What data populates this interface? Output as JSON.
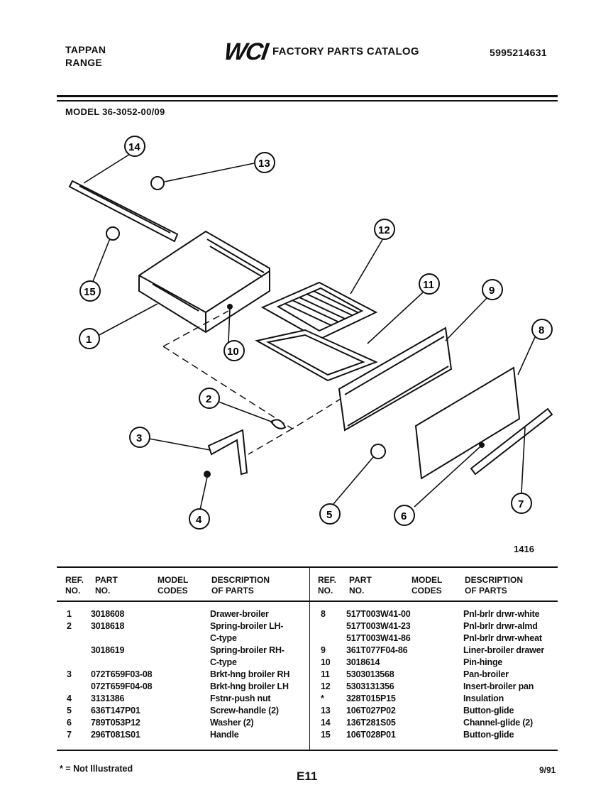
{
  "header": {
    "brand_line1": "TAPPAN",
    "brand_line2": "RANGE",
    "logo_text": "WCI",
    "catalog_title": "FACTORY PARTS CATALOG",
    "catalog_number": "5995214631",
    "model": "MODEL 36-3052-00/09"
  },
  "diagram": {
    "callouts": [
      "1",
      "2",
      "3",
      "4",
      "5",
      "6",
      "7",
      "8",
      "9",
      "10",
      "11",
      "12",
      "13",
      "14",
      "15"
    ],
    "figure_number": "1416"
  },
  "table": {
    "headers": {
      "ref": [
        "REF.",
        "NO."
      ],
      "part": [
        "PART",
        "NO."
      ],
      "model": [
        "MODEL",
        "CODES"
      ],
      "desc": [
        "DESCRIPTION",
        "OF PARTS"
      ]
    },
    "left_rows": [
      {
        "ref": "1",
        "part": "3018608",
        "desc": "Drawer-broiler"
      },
      {
        "ref": "2",
        "part": "3018618",
        "desc": "Spring-broiler LH-"
      },
      {
        "ref": "",
        "part": "",
        "desc": "C-type"
      },
      {
        "ref": "",
        "part": "3018619",
        "desc": "Spring-broiler RH-"
      },
      {
        "ref": "",
        "part": "",
        "desc": "C-type"
      },
      {
        "ref": "3",
        "part": "072T659F03-08",
        "desc": "Brkt-hng broiler RH"
      },
      {
        "ref": "",
        "part": "072T659F04-08",
        "desc": "Brkt-hng broiler LH"
      },
      {
        "ref": "4",
        "part": "3131386",
        "desc": "Fstnr-push nut"
      },
      {
        "ref": "5",
        "part": "636T147P01",
        "desc": "Screw-handle (2)"
      },
      {
        "ref": "6",
        "part": "789T053P12",
        "desc": "Washer (2)"
      },
      {
        "ref": "7",
        "part": "296T081S01",
        "desc": "Handle"
      }
    ],
    "right_rows": [
      {
        "ref": "8",
        "part": "517T003W41-00",
        "desc": "Pnl-brlr drwr-white"
      },
      {
        "ref": "",
        "part": "517T003W41-23",
        "desc": "Pnl-brlr drwr-almd"
      },
      {
        "ref": "",
        "part": "517T003W41-86",
        "desc": "Pnl-brlr drwr-wheat"
      },
      {
        "ref": "9",
        "part": "361T077F04-86",
        "desc": "Liner-broiler drawer"
      },
      {
        "ref": "10",
        "part": "3018614",
        "desc": "Pin-hinge"
      },
      {
        "ref": "11",
        "part": "5303013568",
        "desc": "Pan-broiler"
      },
      {
        "ref": "12",
        "part": "5303131356",
        "desc": "Insert-broiler pan"
      },
      {
        "ref": "*",
        "part": "328T015P15",
        "desc": "Insulation"
      },
      {
        "ref": "13",
        "part": "106T027P02",
        "desc": "Button-glide"
      },
      {
        "ref": "14",
        "part": "136T281S05",
        "desc": "Channel-glide (2)"
      },
      {
        "ref": "15",
        "part": "106T028P01",
        "desc": "Button-glide"
      }
    ]
  },
  "footer": {
    "note": "* = Not Illustrated",
    "page": "E11",
    "date": "9/91"
  }
}
